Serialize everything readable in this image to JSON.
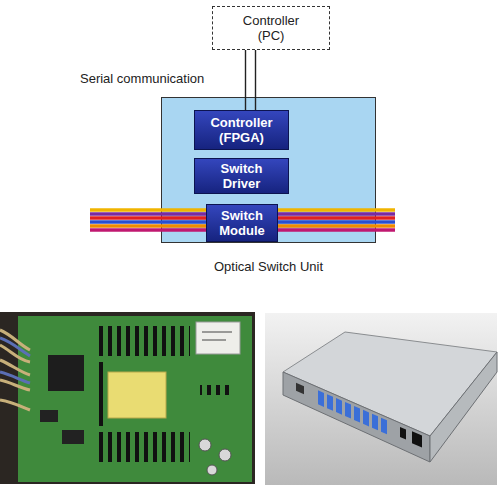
{
  "diagram": {
    "nodes": [
      {
        "text": [
          "Controller (PC)"
        ]
      },
      {
        "text": [
          "Optical Switch Unit"
        ]
      },
      {
        "text": [
          "Controller (FPGA)"
        ],
        "in": 1
      },
      {
        "text": [
          "Switch Driver"
        ],
        "in": 1
      },
      {
        "text": [
          "Switch Module"
        ],
        "in": 1
      }
    ],
    "edges": [
      {
        "from": 0,
        "to": 2,
        "arrow": "none"
      },
      {
        "from": 0,
        "to": 2,
        "arrow": "none"
      }
    ],
    "labels": [
      "Serial communication"
    ]
  }
}
